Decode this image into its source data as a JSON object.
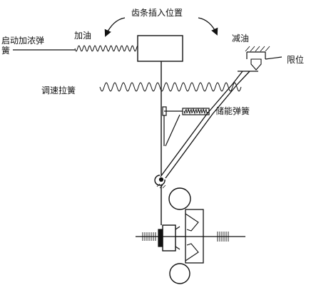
{
  "labels": {
    "rack_insert_position": "齿条插入位置",
    "start_enrich_spring_line1": "启动加浓弹",
    "start_enrich_spring_line2": "簧",
    "fuel_increase": "加油",
    "fuel_decrease": "减油",
    "limit_stop": "限位",
    "governor_tension_spring": "调速拉簧",
    "energy_storage_spring": "储能弹簧"
  },
  "colors": {
    "line": "#111111",
    "background": "#ffffff"
  }
}
